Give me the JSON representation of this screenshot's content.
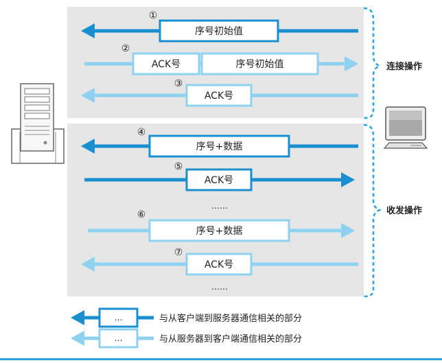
{
  "colors": {
    "dark_arrow": "#1a8fd0",
    "light_arrow": "#8ed1f0",
    "panel": "#e6e6e6",
    "bracket": "#2aa3dc",
    "text": "#222222"
  },
  "sections": [
    {
      "label": "连接操作"
    },
    {
      "label": "收发操作"
    }
  ],
  "steps": [
    {
      "num": "①",
      "boxes": [
        "序号初始值"
      ],
      "direction": "to-server",
      "shade": "dark"
    },
    {
      "num": "②",
      "boxes": [
        "ACK号",
        "序号初始值"
      ],
      "direction": "to-client",
      "shade": "light"
    },
    {
      "num": "③",
      "boxes": [
        "ACK号"
      ],
      "direction": "to-server",
      "shade": "light"
    },
    {
      "num": "④",
      "boxes": [
        "序号+数据"
      ],
      "direction": "to-server",
      "shade": "dark"
    },
    {
      "num": "⑤",
      "boxes": [
        "ACK号"
      ],
      "direction": "to-client",
      "shade": "dark"
    },
    {
      "num": "⑥",
      "boxes": [
        "序号+数据"
      ],
      "direction": "to-client",
      "shade": "light"
    },
    {
      "num": "⑦",
      "boxes": [
        "ACK号"
      ],
      "direction": "to-server",
      "shade": "light"
    }
  ],
  "ellipses": [
    "……",
    "……"
  ],
  "legend": [
    {
      "box": "…",
      "label": "与从客户端到服务器通信相关的部分",
      "shade": "dark"
    },
    {
      "box": "…",
      "label": "与从服务器到客户端通信相关的部分",
      "shade": "light"
    }
  ],
  "icons": {
    "server": "server-tower-icon",
    "client": "crt-monitor-icon"
  }
}
